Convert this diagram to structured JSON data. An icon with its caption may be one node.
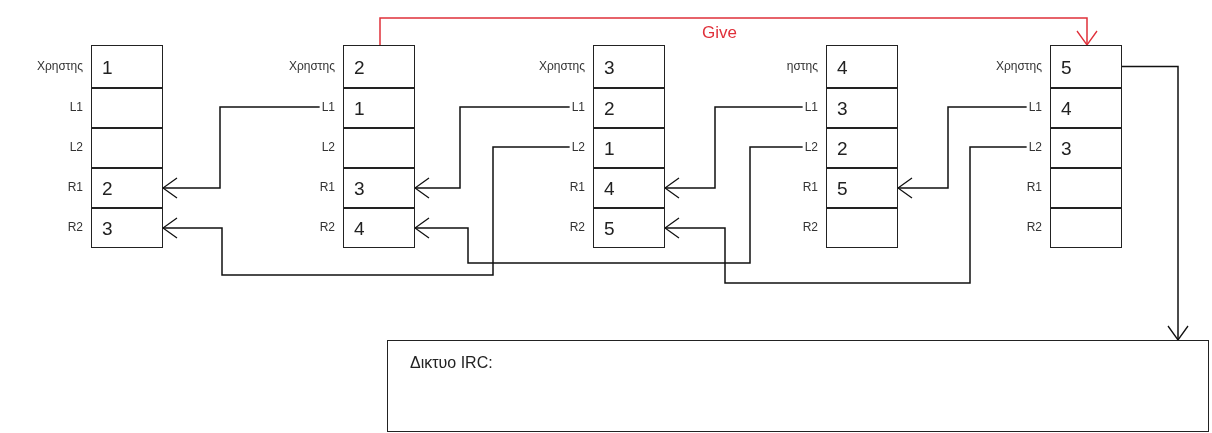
{
  "diagram": {
    "nodes": [
      {
        "text": [
          "1"
        ],
        "beside": [
          "Χρηστης"
        ]
      },
      {
        "text": [],
        "shape": "box",
        "beside": [
          "L1"
        ]
      },
      {
        "text": [],
        "shape": "box",
        "beside": [
          "L2"
        ]
      },
      {
        "text": [
          "2"
        ],
        "beside": [
          "R1"
        ]
      },
      {
        "text": [
          "3"
        ],
        "beside": [
          "R2"
        ]
      },
      {
        "text": [
          "2"
        ],
        "beside": [
          "Χρηστης"
        ]
      },
      {
        "text": [
          "L1"
        ]
      },
      {
        "text": [
          "1"
        ]
      },
      {
        "text": [],
        "shape": "box",
        "beside": [
          "L2"
        ]
      },
      {
        "text": [
          "3"
        ],
        "beside": [
          "R1"
        ]
      },
      {
        "text": [
          "4"
        ],
        "beside": [
          "R2"
        ]
      },
      {
        "text": [
          "3"
        ],
        "beside": [
          "Χρηστης"
        ]
      },
      {
        "text": [
          "L1"
        ]
      },
      {
        "text": [
          "2"
        ]
      },
      {
        "text": [
          "L2"
        ]
      },
      {
        "text": [
          "1"
        ]
      },
      {
        "text": [
          "4"
        ],
        "beside": [
          "R1"
        ]
      },
      {
        "text": [
          "5"
        ],
        "beside": [
          "R2"
        ]
      },
      {
        "text": [
          "4"
        ],
        "beside": [
          "ηστης"
        ]
      },
      {
        "text": [
          "L1"
        ]
      },
      {
        "text": [
          "3"
        ]
      },
      {
        "text": [
          "L2"
        ]
      },
      {
        "text": [
          "2"
        ]
      },
      {
        "text": [
          "5"
        ],
        "beside": [
          "R1"
        ]
      },
      {
        "text": [],
        "shape": "box",
        "beside": [
          "R2"
        ]
      },
      {
        "text": [
          "5"
        ],
        "beside": [
          "Χρηστης"
        ]
      },
      {
        "text": [
          "L1"
        ]
      },
      {
        "text": [
          "4"
        ]
      },
      {
        "text": [
          "L2"
        ]
      },
      {
        "text": [
          "3"
        ]
      },
      {
        "text": [],
        "shape": "box",
        "beside": [
          "R1"
        ]
      },
      {
        "text": [],
        "shape": "box",
        "beside": [
          "R2"
        ]
      },
      {
        "text": [
          "Δικτυο IRC:"
        ]
      }
    ],
    "edges": [
      {
        "from": 6,
        "to": 3,
        "arrow": "to"
      },
      {
        "from": 12,
        "to": 9,
        "arrow": "to"
      },
      {
        "from": 14,
        "to": 4,
        "arrow": "to"
      },
      {
        "from": 19,
        "to": 16,
        "arrow": "to"
      },
      {
        "from": 21,
        "to": 10,
        "arrow": "to"
      },
      {
        "from": 26,
        "to": 23,
        "arrow": "to"
      },
      {
        "from": 28,
        "to": 17,
        "arrow": "to"
      },
      {
        "from": 5,
        "to": 25,
        "arrow": "to",
        "label": "Give",
        "color": "#e0303a"
      },
      {
        "from": 25,
        "to": 32,
        "arrow": "to"
      }
    ]
  }
}
